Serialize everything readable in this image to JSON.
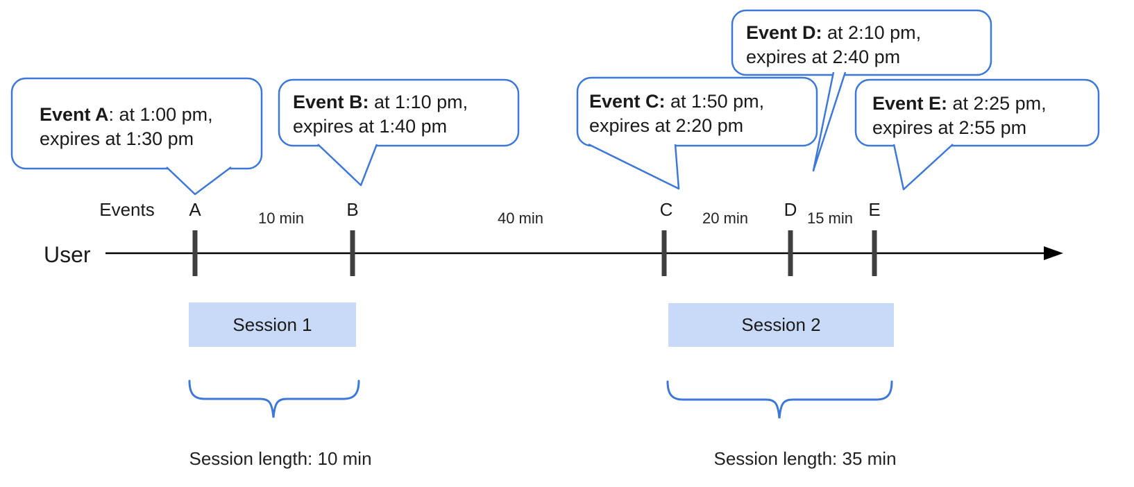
{
  "labels": {
    "user": "User",
    "events": "Events"
  },
  "events": [
    {
      "letter": "A",
      "bold": "Event A",
      "rest": ": at 1:00 pm,",
      "line2": "expires at 1:30 pm"
    },
    {
      "letter": "B",
      "bold": "Event B:",
      "rest": " at 1:10 pm,",
      "line2": "expires at 1:40 pm"
    },
    {
      "letter": "C",
      "bold": "Event C:",
      "rest": " at 1:50 pm,",
      "line2": "expires at 2:20 pm"
    },
    {
      "letter": "D",
      "bold": "Event D:",
      "rest": " at 2:10 pm,",
      "line2": "expires at 2:40 pm"
    },
    {
      "letter": "E",
      "bold": "Event E:",
      "rest": " at 2:25 pm,",
      "line2": "expires at 2:55 pm"
    }
  ],
  "gaps": [
    {
      "label": "10 min"
    },
    {
      "label": "40 min"
    },
    {
      "label": "20 min"
    },
    {
      "label": "15 min"
    }
  ],
  "sessions": [
    {
      "label": "Session 1",
      "length": "Session length: 10 min"
    },
    {
      "label": "Session 2",
      "length": "Session length: 35 min"
    }
  ],
  "colors": {
    "accent": "#3d78d8",
    "session_fill": "#c9daf8",
    "tick": "#3f3f3f",
    "text": "#1a1a1a"
  }
}
